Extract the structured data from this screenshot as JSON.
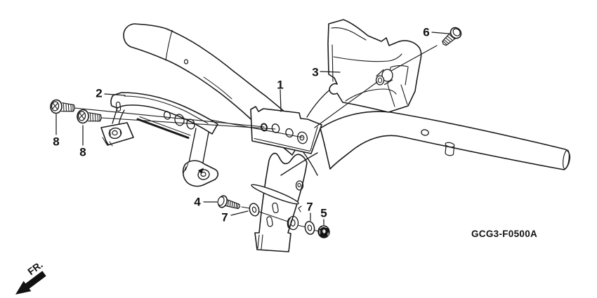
{
  "figure": {
    "diagram_code": "GCG3-F0500A",
    "front_marker_label": "FR."
  },
  "callouts": {
    "c1": "1",
    "c2": "2",
    "c3": "3",
    "c4": "4",
    "c5": "5",
    "c6": "6",
    "c7a": "7",
    "c7b": "7",
    "c8a": "8",
    "c8b": "8"
  },
  "colors": {
    "ink": "#1a1a1a",
    "background": "#ffffff",
    "nut_fill": "#141414"
  }
}
